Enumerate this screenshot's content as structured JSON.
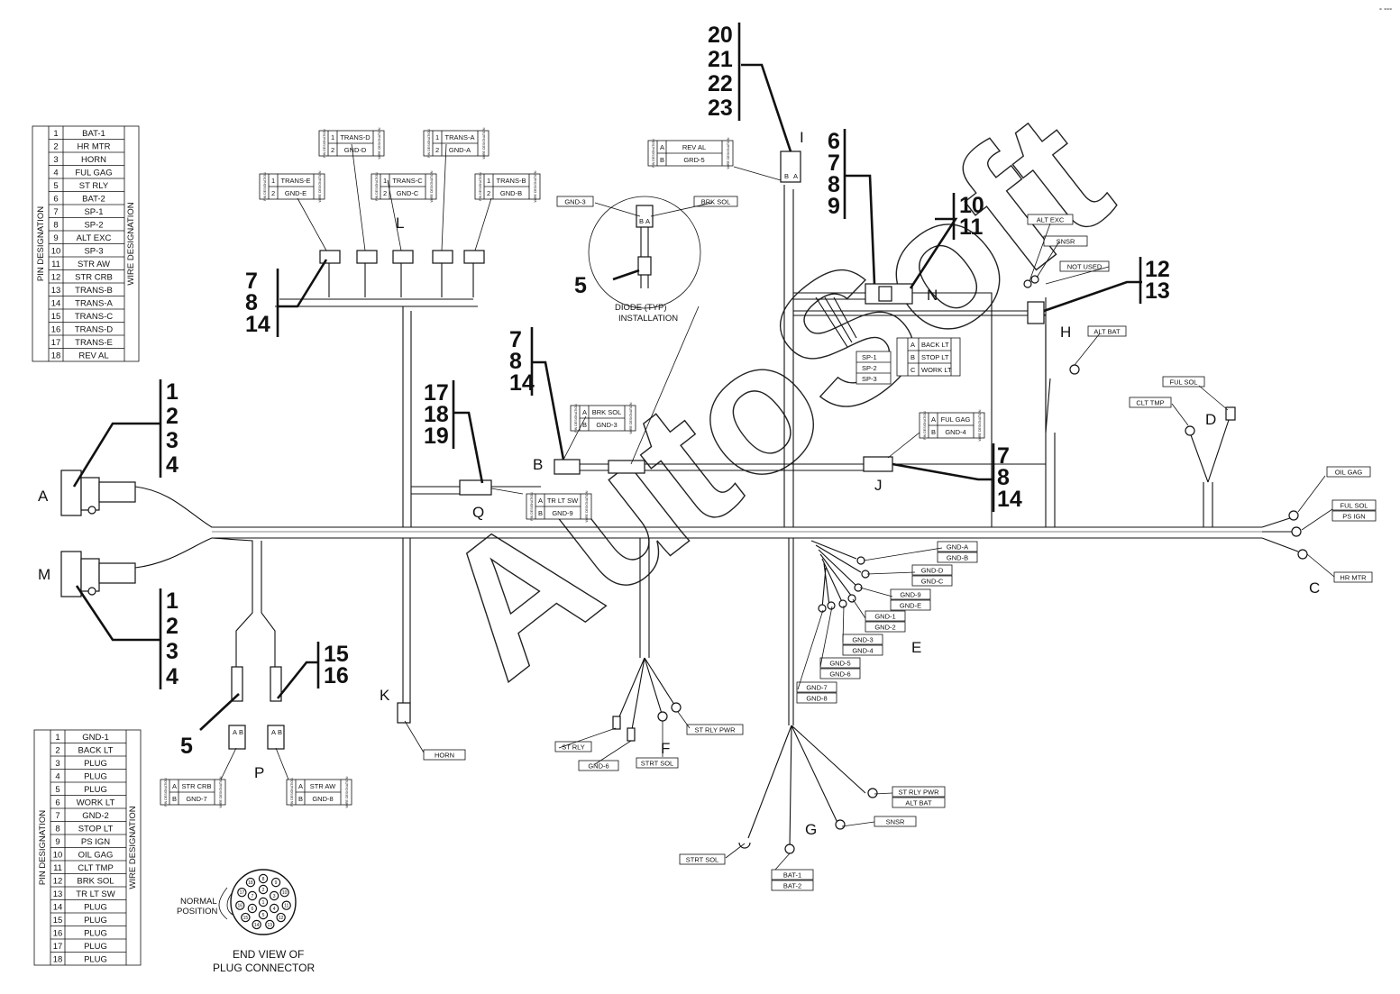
{
  "pin_table_top": {
    "pin_header": "PIN DESIGNATION",
    "wire_header": "WIRE DESIGNATION",
    "rows": [
      {
        "pin": "1",
        "wire": "BAT-1"
      },
      {
        "pin": "2",
        "wire": "HR MTR"
      },
      {
        "pin": "3",
        "wire": "HORN"
      },
      {
        "pin": "4",
        "wire": "FUL GAG"
      },
      {
        "pin": "5",
        "wire": "ST RLY"
      },
      {
        "pin": "6",
        "wire": "BAT-2"
      },
      {
        "pin": "7",
        "wire": "SP-1"
      },
      {
        "pin": "8",
        "wire": "SP-2"
      },
      {
        "pin": "9",
        "wire": "ALT EXC"
      },
      {
        "pin": "10",
        "wire": "SP-3"
      },
      {
        "pin": "11",
        "wire": "STR AW"
      },
      {
        "pin": "12",
        "wire": "STR CRB"
      },
      {
        "pin": "13",
        "wire": "TRANS-B"
      },
      {
        "pin": "14",
        "wire": "TRANS-A"
      },
      {
        "pin": "15",
        "wire": "TRANS-C"
      },
      {
        "pin": "16",
        "wire": "TRANS-D"
      },
      {
        "pin": "17",
        "wire": "TRANS-E"
      },
      {
        "pin": "18",
        "wire": "REV AL"
      }
    ]
  },
  "pin_table_bottom": {
    "pin_header": "PIN DESIGNATION",
    "wire_header": "WIRE DESIGNATION",
    "rows": [
      {
        "pin": "1",
        "wire": "GND-1"
      },
      {
        "pin": "2",
        "wire": "BACK LT"
      },
      {
        "pin": "3",
        "wire": "PLUG"
      },
      {
        "pin": "4",
        "wire": "PLUG"
      },
      {
        "pin": "5",
        "wire": "PLUG"
      },
      {
        "pin": "6",
        "wire": "WORK LT"
      },
      {
        "pin": "7",
        "wire": "GND-2"
      },
      {
        "pin": "8",
        "wire": "STOP LT"
      },
      {
        "pin": "9",
        "wire": "PS IGN"
      },
      {
        "pin": "10",
        "wire": "OIL GAG"
      },
      {
        "pin": "11",
        "wire": "CLT TMP"
      },
      {
        "pin": "12",
        "wire": "BRK SOL"
      },
      {
        "pin": "13",
        "wire": "TR LT SW"
      },
      {
        "pin": "14",
        "wire": "PLUG"
      },
      {
        "pin": "15",
        "wire": "PLUG"
      },
      {
        "pin": "16",
        "wire": "PLUG"
      },
      {
        "pin": "17",
        "wire": "PLUG"
      },
      {
        "pin": "18",
        "wire": "PLUG"
      }
    ]
  },
  "mini_headers": {
    "pin": "PIN DESIGNATION",
    "wire": "WIRE DESIGNATION"
  },
  "mini_tables": [
    {
      "id": "trans-d",
      "r1": "TRANS-D",
      "r2": "GND-D"
    },
    {
      "id": "trans-a",
      "r1": "TRANS-A",
      "r2": "GND-A"
    },
    {
      "id": "trans-e",
      "r1": "TRANS-E",
      "r2": "GND-E"
    },
    {
      "id": "trans-c",
      "r1": "TRANS-C",
      "r2": "GND-C"
    },
    {
      "id": "trans-b",
      "r1": "TRANS-B",
      "r2": "GND-B"
    },
    {
      "id": "rev-al",
      "r1": "REV AL",
      "r2": "GRD-5"
    },
    {
      "id": "brk-sol",
      "r1": "BRK SOL",
      "r2": "GND-3"
    },
    {
      "id": "tr-lt-sw",
      "r1": "TR LT SW",
      "r2": "GND-9"
    },
    {
      "id": "ful-gag",
      "r1": "FUL GAG",
      "r2": "GND-4"
    },
    {
      "id": "str-crb",
      "r1": "STR CRB",
      "r2": "GND-7"
    },
    {
      "id": "str-aw",
      "r1": "STR AW",
      "r2": "GND-8"
    }
  ],
  "back_table": {
    "rows": [
      "BACK LT",
      "STOP LT",
      "WORK LT"
    ],
    "sp": [
      "SP-1",
      "SP-2",
      "SP-3"
    ]
  },
  "wire_labels": {
    "gnd3_top": "GND-3",
    "brk_sol_top": "BRK SOL",
    "alt_exc": "ALT EXC",
    "snsr_top": "SNSR",
    "not_used": "NOT USED",
    "alt_bat": "ALT BAT",
    "ful_sol_top": "FUL SOL",
    "clt_tmp": "CLT TMP",
    "oil_gag": "OIL GAG",
    "ful_sol": "FUL SOL",
    "ps_ign": "PS IGN",
    "hr_mtr": "HR MTR",
    "gnd_a": "GND-A",
    "gnd_b": "GND-B",
    "gnd_d": "GND-D",
    "gnd_c": "GND-C",
    "gnd_9": "GND-9",
    "gnd_e": "GND-E",
    "gnd_1": "GND-1",
    "gnd_2": "GND-2",
    "gnd_3": "GND-3",
    "gnd_4": "GND-4",
    "gnd_5": "GND-5",
    "gnd_6": "GND-6",
    "gnd_7": "GND-7",
    "gnd_8": "GND-8",
    "st_rly": "ST RLY",
    "gnd_6b": "GND-6",
    "strt_sol_f": "STRT SOL",
    "st_rly_pwr_f": "ST RLY PWR",
    "st_rly_pwr_g": "ST RLY PWR",
    "alt_bat_g": "ALT BAT",
    "snsr_g": "SNSR",
    "strt_sol_g": "STRT SOL",
    "bat_1": "BAT-1",
    "bat_2": "BAT-2",
    "horn": "HORN"
  },
  "pin_ab": {
    "a": "A",
    "b": "B"
  },
  "letters": {
    "a": "A",
    "b": "B",
    "c": "C",
    "d": "D",
    "e": "E",
    "f": "F",
    "g": "G",
    "h": "H",
    "i": "I",
    "j": "J",
    "k": "K",
    "l": "L",
    "m": "M",
    "n": "N",
    "p": "P",
    "q": "Q"
  },
  "callouts": {
    "c_20_23": [
      "20",
      "21",
      "22",
      "23"
    ],
    "c_6_9": [
      "6",
      "7",
      "8",
      "9"
    ],
    "c_10_11": [
      "10",
      "11"
    ],
    "c_12_13": [
      "12",
      "13"
    ],
    "c_l": [
      "7",
      "8",
      "14"
    ],
    "c_a": [
      "1",
      "2",
      "3",
      "4"
    ],
    "c_m": [
      "1",
      "2",
      "3",
      "4"
    ],
    "c_q": [
      "17",
      "18",
      "19"
    ],
    "c_b": [
      "7",
      "8",
      "14"
    ],
    "c_j": [
      "7",
      "8",
      "14"
    ],
    "c_p5": [
      "5"
    ],
    "c_15_16": [
      "15",
      "16"
    ],
    "c_diode5": [
      "5"
    ]
  },
  "diode_caption": [
    "DIODE (TYP)",
    "INSTALLATION"
  ],
  "end_view_caption": [
    "END VIEW OF",
    "PLUG CONNECTOR"
  ],
  "normal_position": [
    "NORMAL",
    "POSITION"
  ],
  "plug_pins": [
    "1",
    "2",
    "3",
    "4",
    "5",
    "6",
    "7",
    "8",
    "9",
    "10",
    "11",
    "12",
    "13",
    "14",
    "15",
    "16",
    "17",
    "18"
  ],
  "watermark": "AutoSoft",
  "corner_mark": "° °°°"
}
